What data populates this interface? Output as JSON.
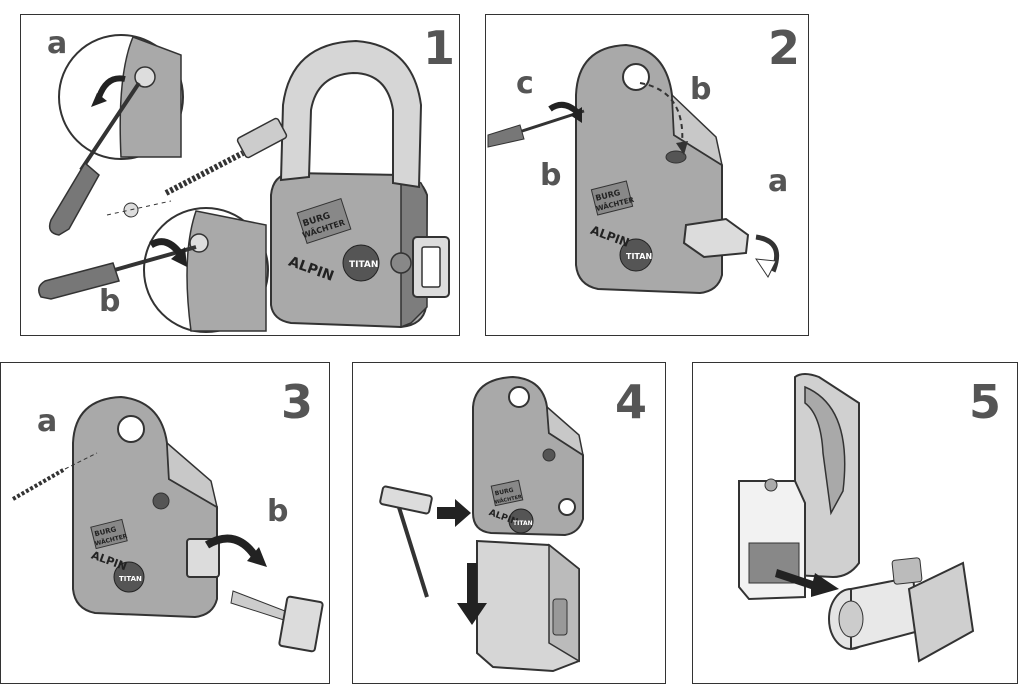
{
  "panels": [
    {
      "number": "1",
      "labels": {
        "a": "a",
        "b": "b"
      },
      "brand": {
        "line1": "BURG",
        "line2": "WÄCHTER",
        "model": "ALPIN",
        "seal": "TITAN"
      }
    },
    {
      "number": "2",
      "labels": {
        "a": "a",
        "b1": "b",
        "b2": "b",
        "c": "c"
      },
      "brand": {
        "line1": "BURG",
        "line2": "WÄCHTER",
        "model": "ALPIN",
        "seal": "TITAN"
      }
    },
    {
      "number": "3",
      "labels": {
        "a": "a",
        "b": "b"
      },
      "brand": {
        "line1": "BURG",
        "line2": "WÄCHTER",
        "model": "ALPIN",
        "seal": "TITAN"
      }
    },
    {
      "number": "4",
      "labels": {},
      "brand": {
        "line1": "BURG",
        "line2": "WÄCHTER",
        "model": "ALPIN",
        "seal": "TITAN"
      }
    },
    {
      "number": "5",
      "labels": {}
    }
  ],
  "colors": {
    "body": "#a9a9a9",
    "body_dark": "#7d7d7d",
    "shackle": "#d6d6d6",
    "arrow": "#222222",
    "outline": "#333333"
  }
}
